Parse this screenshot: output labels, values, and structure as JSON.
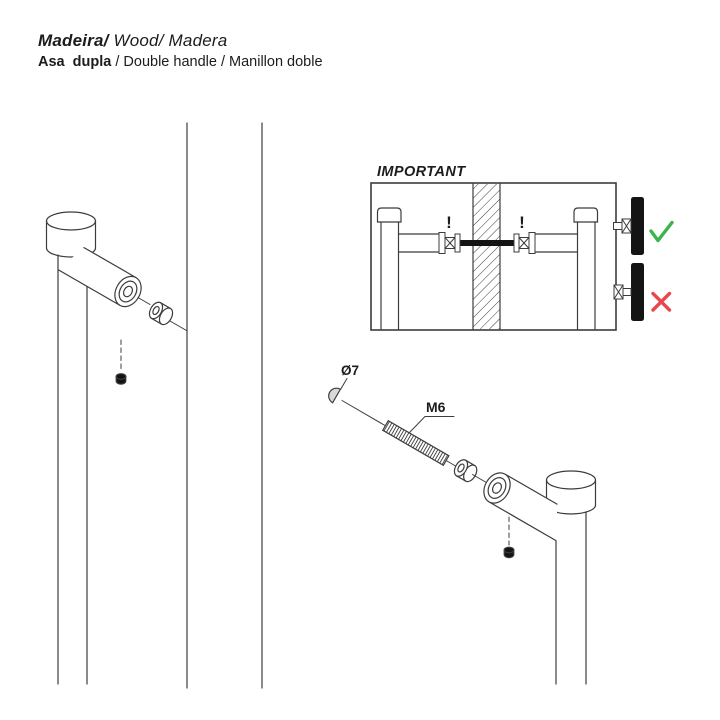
{
  "header": {
    "title_primary": "Madeira/",
    "title_secondary": " Wood/ Madera",
    "subtitle_primary": "Asa  dupla",
    "subtitle_secondary": " / Double handle / Manillon doble"
  },
  "important_box": {
    "title": "IMPORTANT",
    "left_warning": "!",
    "right_warning": "!"
  },
  "assembly_labels": {
    "cap_diameter": "Ø7",
    "rod_thread": "M6"
  },
  "icons": {
    "correct": "check-icon",
    "incorrect": "cross-icon"
  },
  "colors": {
    "page_bg": "#ffffff",
    "line": "#3c3c3c",
    "text": "#1c1c1c",
    "fill_dark": "#141414",
    "check_green": "#3cb44b",
    "cross_red": "#e8484d"
  }
}
